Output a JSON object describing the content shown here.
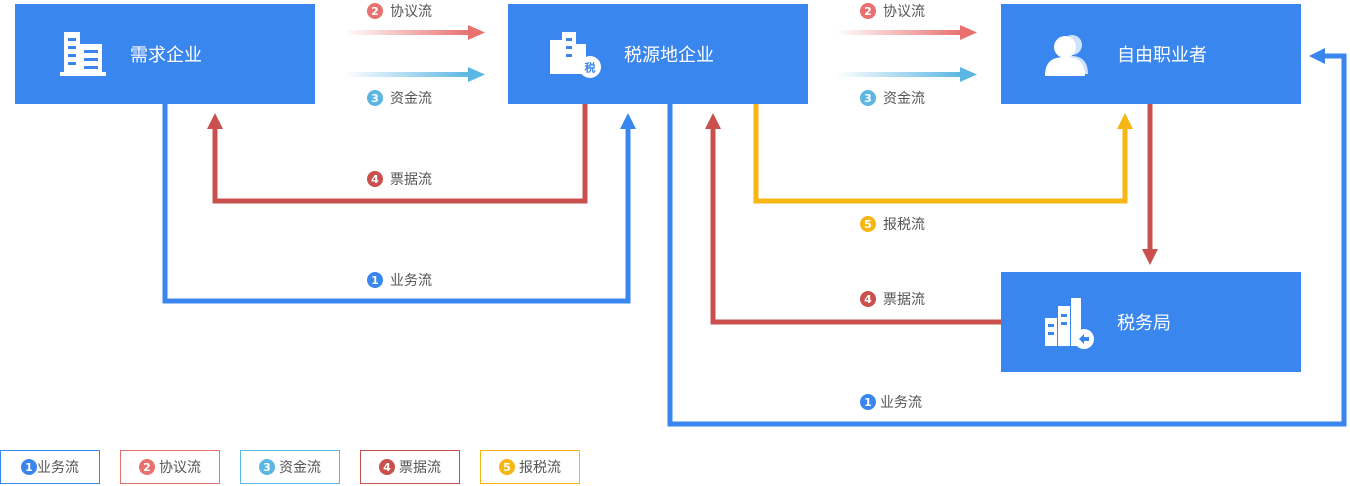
{
  "colors": {
    "box": "#3a86ef",
    "business": "#3a86ef",
    "agreement": "#e8706f",
    "funds": "#5bb6e4",
    "invoice": "#c9504d",
    "tax": "#f6b614"
  },
  "nodes": {
    "demand": "需求企业",
    "source": "税源地企业",
    "freelancer": "自由职业者",
    "taxbureau": "税务局"
  },
  "flows": [
    {
      "num": "2",
      "label": "协议流",
      "type": "agreement"
    },
    {
      "num": "3",
      "label": "资金流",
      "type": "funds"
    },
    {
      "num": "4",
      "label": "票据流",
      "type": "invoice"
    },
    {
      "num": "1",
      "label": "业务流",
      "type": "business"
    },
    {
      "num": "2",
      "label": "协议流",
      "type": "agreement"
    },
    {
      "num": "3",
      "label": "资金流",
      "type": "funds"
    },
    {
      "num": "5",
      "label": "报税流",
      "type": "tax"
    },
    {
      "num": "4",
      "label": "票据流",
      "type": "invoice"
    },
    {
      "num": "1",
      "label": "业务流",
      "type": "business"
    }
  ],
  "legend": [
    {
      "num": "1",
      "label": "业务流",
      "type": "business"
    },
    {
      "num": "2",
      "label": "协议流",
      "type": "agreement"
    },
    {
      "num": "3",
      "label": "资金流",
      "type": "funds"
    },
    {
      "num": "4",
      "label": "票据流",
      "type": "invoice"
    },
    {
      "num": "5",
      "label": "报税流",
      "type": "tax"
    }
  ]
}
